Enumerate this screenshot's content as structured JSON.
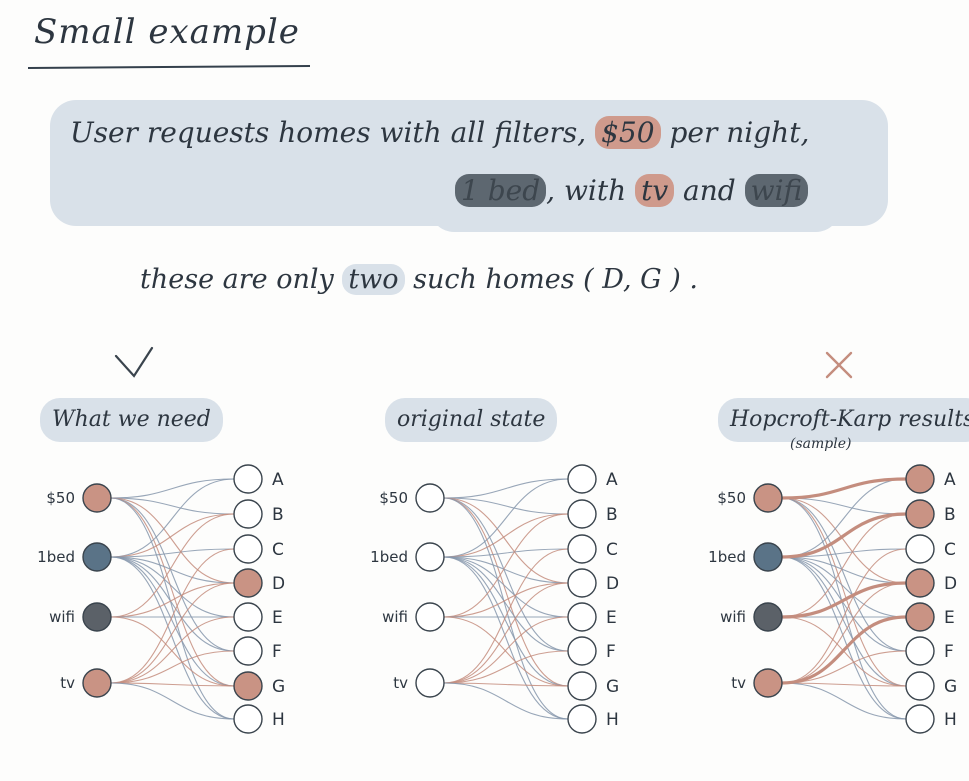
{
  "title": "Small example",
  "request": {
    "line1_part1": "User requests homes with all filters,",
    "line1_price": "$50",
    "line1_part2": "per night,",
    "line2_bed": "1 bed",
    "line2_part1": ", with",
    "line2_tv": "tv",
    "line2_part2": "and",
    "line2_wifi": "wifi"
  },
  "summary": {
    "part1": "these are only",
    "highlight": "two",
    "part2": "such homes ( D, G ) ."
  },
  "marks": {
    "check": "✓",
    "cross": "✗"
  },
  "panels": [
    {
      "title": "What we need",
      "subtitle": ""
    },
    {
      "title": "original state",
      "subtitle": ""
    },
    {
      "title": "Hopcroft-Karp results",
      "subtitle": "(sample)"
    }
  ],
  "left_nodes": [
    "$50",
    "1bed",
    "wifi",
    "tv"
  ],
  "right_nodes": [
    "A",
    "B",
    "C",
    "D",
    "E",
    "F",
    "G",
    "H"
  ],
  "colors": {
    "red_fill": "#c99384",
    "blue_fill": "#5a7387",
    "dark_fill": "#5b6168",
    "white_fill": "#ffffff",
    "edge_blue": "#8696ab",
    "edge_red": "#c48d7e",
    "stroke": "#3a444d"
  },
  "graphs": [
    {
      "left_fill": [
        "red",
        "blue",
        "dark",
        "red"
      ],
      "right_fill": [
        "white",
        "white",
        "white",
        "red",
        "white",
        "white",
        "red",
        "white"
      ],
      "edges": [
        {
          "l": 0,
          "r": 0,
          "c": "blue"
        },
        {
          "l": 0,
          "r": 1,
          "c": "blue"
        },
        {
          "l": 0,
          "r": 3,
          "c": "red"
        },
        {
          "l": 0,
          "r": 5,
          "c": "blue"
        },
        {
          "l": 0,
          "r": 6,
          "c": "red"
        },
        {
          "l": 0,
          "r": 7,
          "c": "blue"
        },
        {
          "l": 1,
          "r": 0,
          "c": "blue"
        },
        {
          "l": 1,
          "r": 1,
          "c": "red"
        },
        {
          "l": 1,
          "r": 2,
          "c": "blue"
        },
        {
          "l": 1,
          "r": 3,
          "c": "blue"
        },
        {
          "l": 1,
          "r": 4,
          "c": "blue"
        },
        {
          "l": 1,
          "r": 5,
          "c": "blue"
        },
        {
          "l": 1,
          "r": 6,
          "c": "blue"
        },
        {
          "l": 1,
          "r": 7,
          "c": "blue"
        },
        {
          "l": 2,
          "r": 1,
          "c": "red"
        },
        {
          "l": 2,
          "r": 3,
          "c": "red"
        },
        {
          "l": 2,
          "r": 4,
          "c": "blue"
        },
        {
          "l": 2,
          "r": 6,
          "c": "red"
        },
        {
          "l": 3,
          "r": 2,
          "c": "red"
        },
        {
          "l": 3,
          "r": 3,
          "c": "red"
        },
        {
          "l": 3,
          "r": 4,
          "c": "red"
        },
        {
          "l": 3,
          "r": 5,
          "c": "red"
        },
        {
          "l": 3,
          "r": 6,
          "c": "red"
        },
        {
          "l": 3,
          "r": 7,
          "c": "blue"
        }
      ]
    },
    {
      "left_fill": [
        "white",
        "white",
        "white",
        "white"
      ],
      "right_fill": [
        "white",
        "white",
        "white",
        "white",
        "white",
        "white",
        "white",
        "white"
      ],
      "edges": [
        {
          "l": 0,
          "r": 0,
          "c": "blue"
        },
        {
          "l": 0,
          "r": 1,
          "c": "blue"
        },
        {
          "l": 0,
          "r": 3,
          "c": "red"
        },
        {
          "l": 0,
          "r": 5,
          "c": "blue"
        },
        {
          "l": 0,
          "r": 6,
          "c": "red"
        },
        {
          "l": 0,
          "r": 7,
          "c": "blue"
        },
        {
          "l": 1,
          "r": 0,
          "c": "blue"
        },
        {
          "l": 1,
          "r": 1,
          "c": "red"
        },
        {
          "l": 1,
          "r": 2,
          "c": "blue"
        },
        {
          "l": 1,
          "r": 3,
          "c": "blue"
        },
        {
          "l": 1,
          "r": 4,
          "c": "blue"
        },
        {
          "l": 1,
          "r": 5,
          "c": "blue"
        },
        {
          "l": 1,
          "r": 6,
          "c": "blue"
        },
        {
          "l": 1,
          "r": 7,
          "c": "blue"
        },
        {
          "l": 2,
          "r": 1,
          "c": "red"
        },
        {
          "l": 2,
          "r": 3,
          "c": "red"
        },
        {
          "l": 2,
          "r": 4,
          "c": "blue"
        },
        {
          "l": 2,
          "r": 6,
          "c": "red"
        },
        {
          "l": 3,
          "r": 2,
          "c": "red"
        },
        {
          "l": 3,
          "r": 3,
          "c": "red"
        },
        {
          "l": 3,
          "r": 4,
          "c": "red"
        },
        {
          "l": 3,
          "r": 5,
          "c": "red"
        },
        {
          "l": 3,
          "r": 6,
          "c": "red"
        },
        {
          "l": 3,
          "r": 7,
          "c": "blue"
        }
      ]
    },
    {
      "left_fill": [
        "red",
        "blue",
        "dark",
        "red"
      ],
      "right_fill": [
        "red",
        "red",
        "white",
        "red",
        "red",
        "white",
        "white",
        "white"
      ],
      "edges": [
        {
          "l": 0,
          "r": 0,
          "c": "blue"
        },
        {
          "l": 0,
          "r": 1,
          "c": "blue"
        },
        {
          "l": 0,
          "r": 3,
          "c": "red"
        },
        {
          "l": 0,
          "r": 5,
          "c": "blue"
        },
        {
          "l": 0,
          "r": 6,
          "c": "red"
        },
        {
          "l": 0,
          "r": 7,
          "c": "blue"
        },
        {
          "l": 1,
          "r": 0,
          "c": "blue"
        },
        {
          "l": 1,
          "r": 1,
          "c": "red"
        },
        {
          "l": 1,
          "r": 2,
          "c": "blue"
        },
        {
          "l": 1,
          "r": 3,
          "c": "blue"
        },
        {
          "l": 1,
          "r": 4,
          "c": "blue"
        },
        {
          "l": 1,
          "r": 5,
          "c": "blue"
        },
        {
          "l": 1,
          "r": 6,
          "c": "blue"
        },
        {
          "l": 1,
          "r": 7,
          "c": "blue"
        },
        {
          "l": 2,
          "r": 1,
          "c": "red"
        },
        {
          "l": 2,
          "r": 3,
          "c": "red"
        },
        {
          "l": 2,
          "r": 4,
          "c": "blue"
        },
        {
          "l": 2,
          "r": 6,
          "c": "red"
        },
        {
          "l": 3,
          "r": 2,
          "c": "red"
        },
        {
          "l": 3,
          "r": 3,
          "c": "red"
        },
        {
          "l": 3,
          "r": 4,
          "c": "red"
        },
        {
          "l": 3,
          "r": 5,
          "c": "red"
        },
        {
          "l": 3,
          "r": 6,
          "c": "red"
        },
        {
          "l": 3,
          "r": 7,
          "c": "blue"
        }
      ],
      "matched": [
        {
          "l": 0,
          "r": 0
        },
        {
          "l": 1,
          "r": 1
        },
        {
          "l": 2,
          "r": 3
        },
        {
          "l": 3,
          "r": 4
        }
      ]
    }
  ]
}
